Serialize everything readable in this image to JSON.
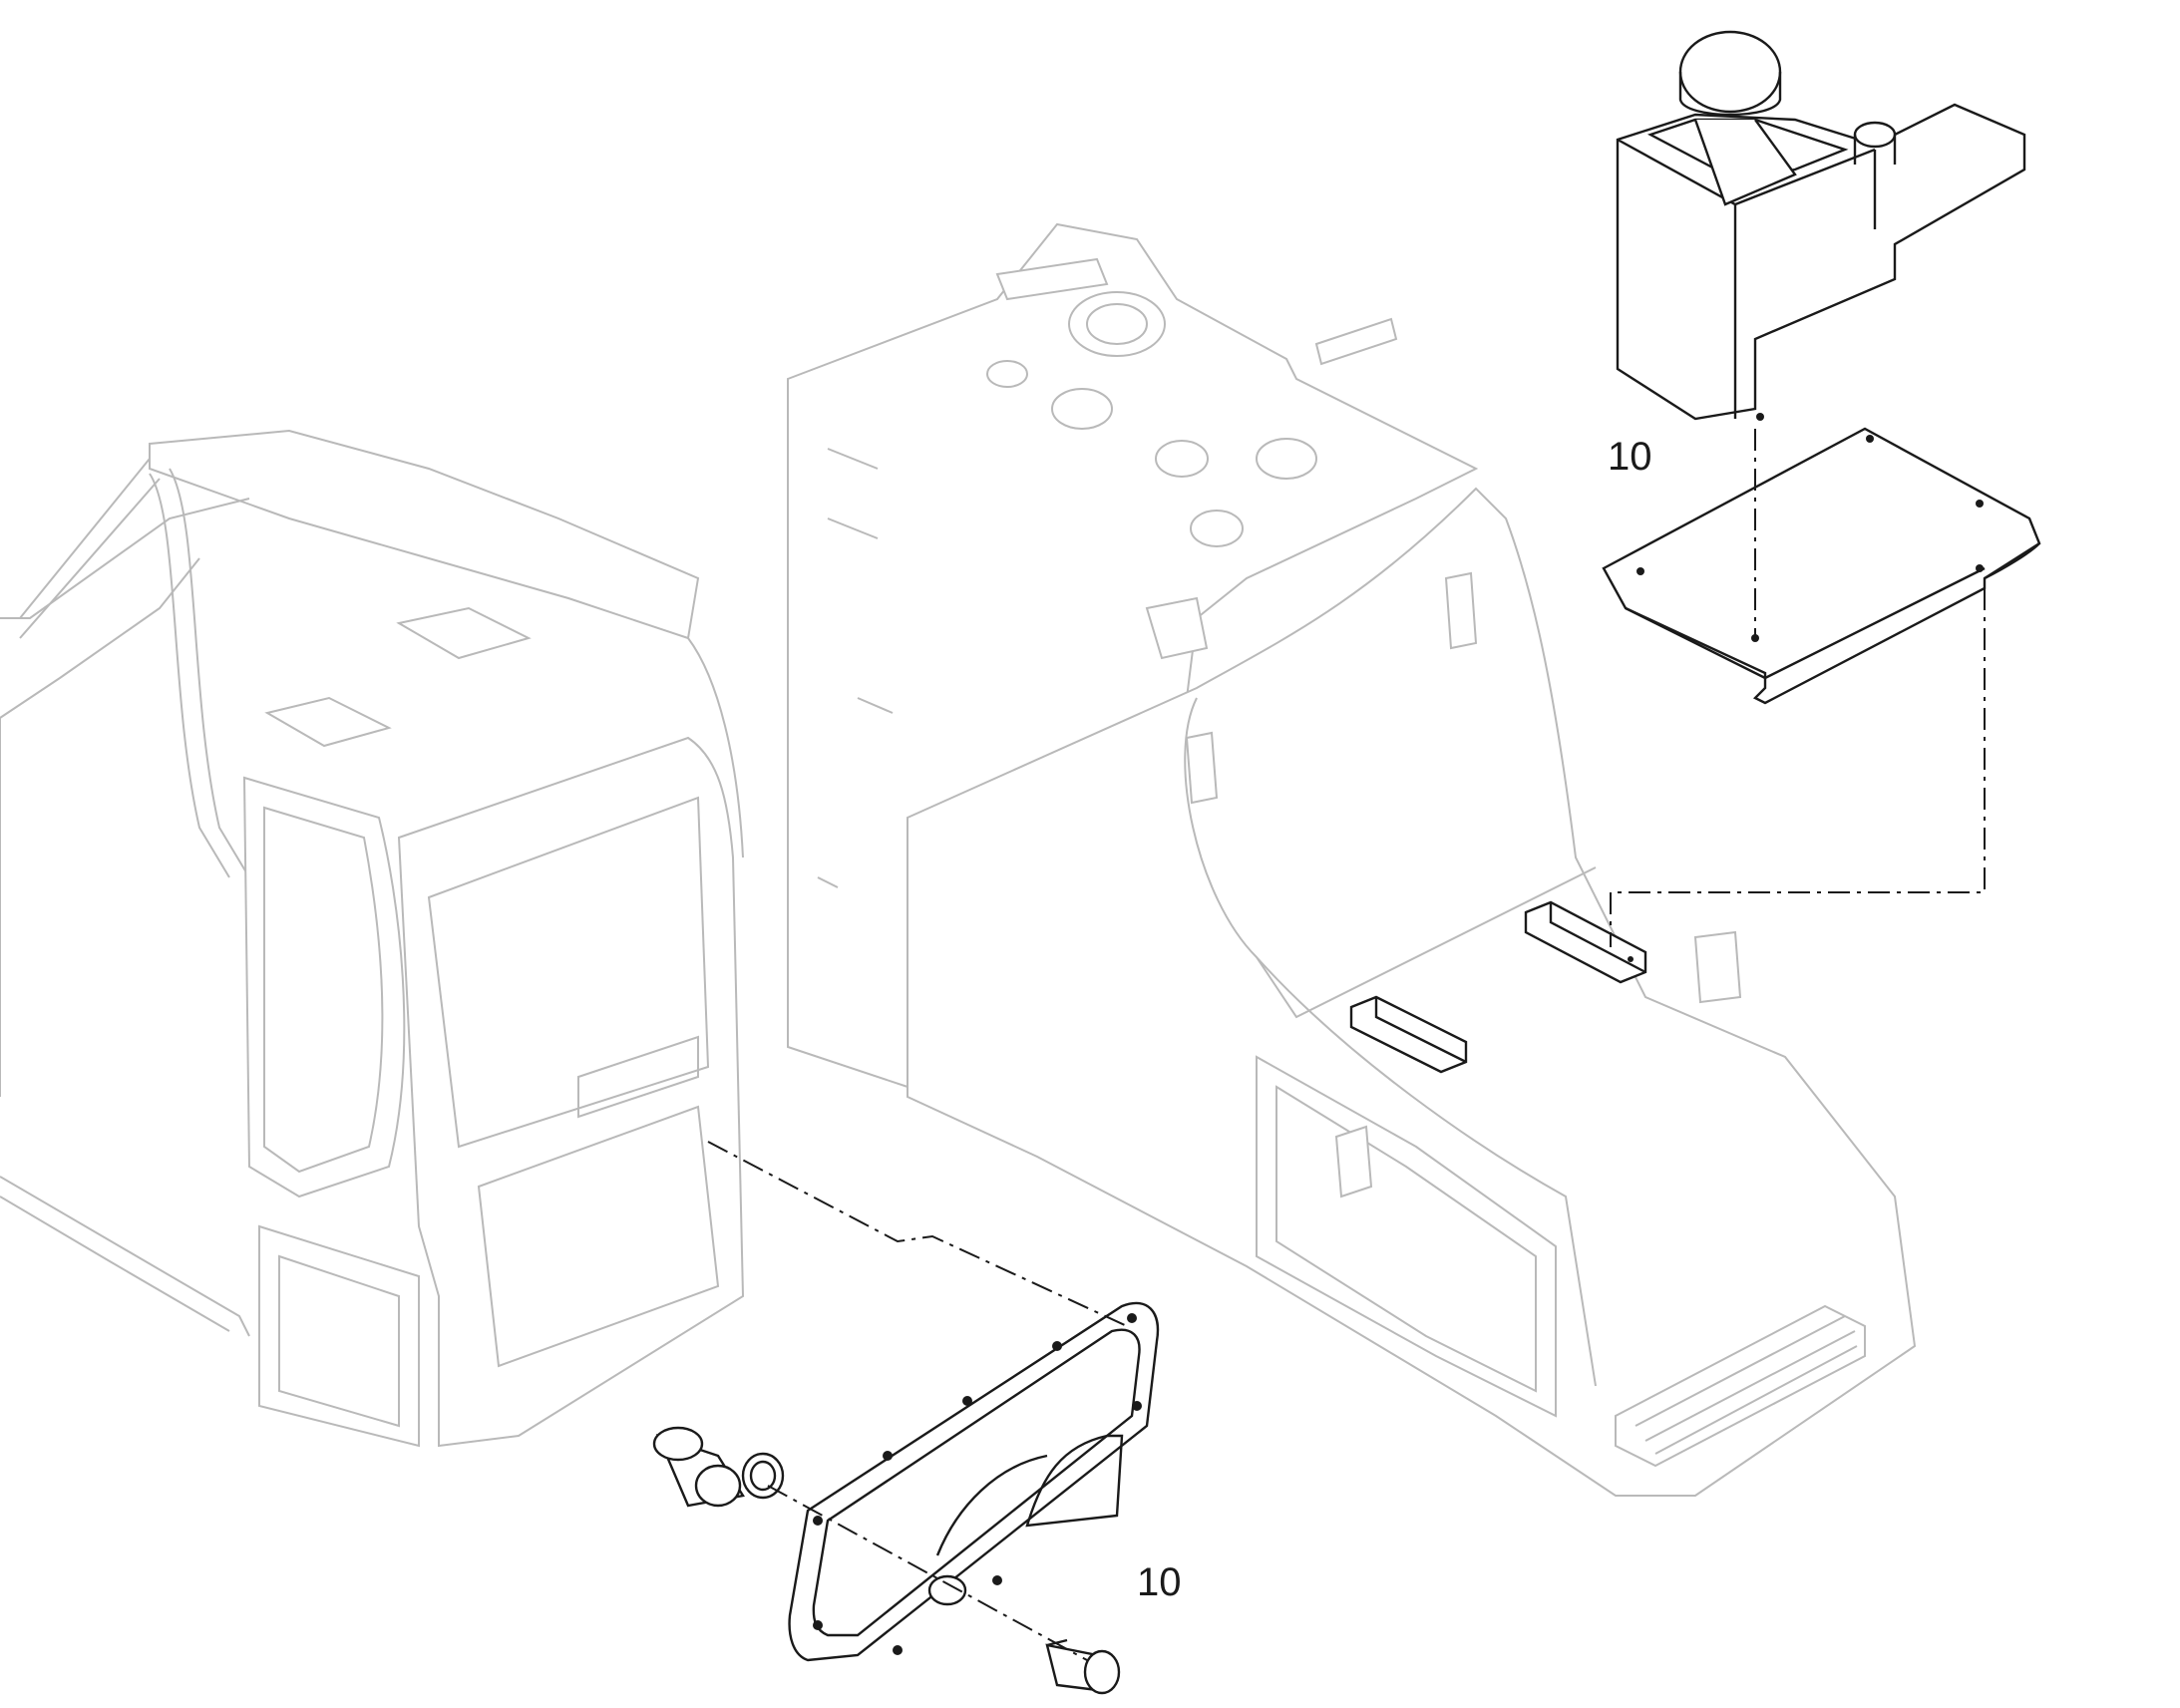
{
  "callouts": [
    {
      "id": "upper",
      "text": "10"
    },
    {
      "id": "lower",
      "text": "10"
    }
  ],
  "colors": {
    "background": "#ffffff",
    "line": "#1a1a1a",
    "context_line": "#b9b9b9"
  }
}
